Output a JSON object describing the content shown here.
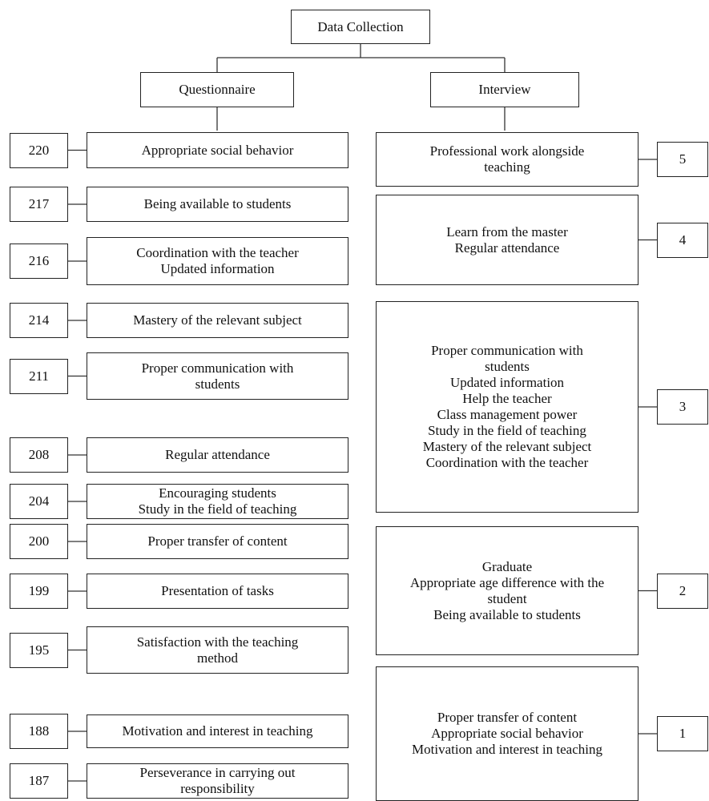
{
  "root": "Data Collection",
  "branches": {
    "questionnaire": "Questionnaire",
    "interview": "Interview"
  },
  "questionnaire_items": [
    {
      "score": "220",
      "text": "Appropriate social behavior"
    },
    {
      "score": "217",
      "text": "Being available to students"
    },
    {
      "score": "216",
      "text": "Coordination with the teacher\nUpdated information"
    },
    {
      "score": "214",
      "text": "Mastery of the relevant subject"
    },
    {
      "score": "211",
      "text": "Proper communication with\nstudents"
    },
    {
      "score": "208",
      "text": "Regular attendance"
    },
    {
      "score": "204",
      "text": "Encouraging students\nStudy in the field of teaching"
    },
    {
      "score": "200",
      "text": "Proper transfer of content"
    },
    {
      "score": "199",
      "text": "Presentation of tasks"
    },
    {
      "score": "195",
      "text": "Satisfaction with the teaching\nmethod"
    },
    {
      "score": "188",
      "text": "Motivation and interest in teaching"
    },
    {
      "score": "187",
      "text": "Perseverance in carrying out\nresponsibility"
    }
  ],
  "interview_items": [
    {
      "rank": "5",
      "text": "Professional work alongside\nteaching"
    },
    {
      "rank": "4",
      "text": "Learn from the master\nRegular attendance"
    },
    {
      "rank": "3",
      "text": "Proper communication with\nstudents\nUpdated information\nHelp the teacher\nClass management power\nStudy in the field of teaching\nMastery of the relevant subject\nCoordination with the teacher"
    },
    {
      "rank": "2",
      "text": "Graduate\nAppropriate age difference with the\nstudent\nBeing available to students"
    },
    {
      "rank": "1",
      "text": "Proper transfer of content\nAppropriate social behavior\nMotivation and interest in teaching"
    }
  ]
}
